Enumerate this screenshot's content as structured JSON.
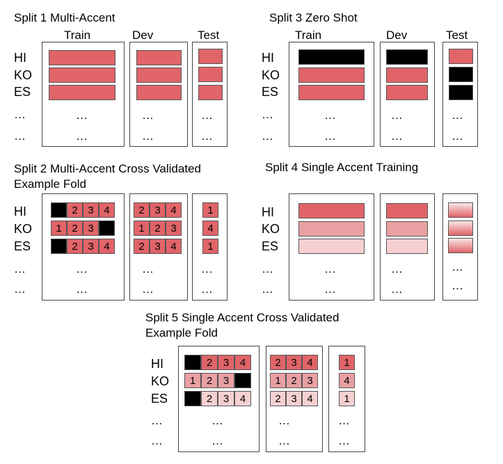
{
  "colors": {
    "accent_red": "#e06468",
    "medium_pink": "#e9a0a3",
    "pale_pink": "#f6d0d1",
    "excluded": "#000000"
  },
  "columns": {
    "train": "Train",
    "dev": "Dev",
    "test": "Test"
  },
  "rows": {
    "hi": "HI",
    "ko": "KO",
    "es": "ES",
    "dots": "…"
  },
  "splits": {
    "s1": {
      "title": "Split 1 Multi-Accent"
    },
    "s2": {
      "title_line1": "Split 2 Multi-Accent Cross Validated",
      "title_line2": "Example Fold"
    },
    "s3": {
      "title": "Split 3 Zero Shot"
    },
    "s4": {
      "title": "Split 4 Single Accent Training"
    },
    "s5": {
      "title_line1": "Split 5 Single Accent Cross Validated",
      "title_line2": "Example Fold"
    }
  },
  "folds": {
    "train": [
      [
        "",
        "2",
        "3",
        "4"
      ],
      [
        "1",
        "2",
        "3",
        ""
      ],
      [
        "",
        "2",
        "3",
        "4"
      ]
    ],
    "dev": [
      [
        "2",
        "3",
        "4"
      ],
      [
        "1",
        "2",
        "3"
      ],
      [
        "2",
        "3",
        "4"
      ]
    ],
    "test": [
      "1",
      "4",
      "1"
    ]
  }
}
